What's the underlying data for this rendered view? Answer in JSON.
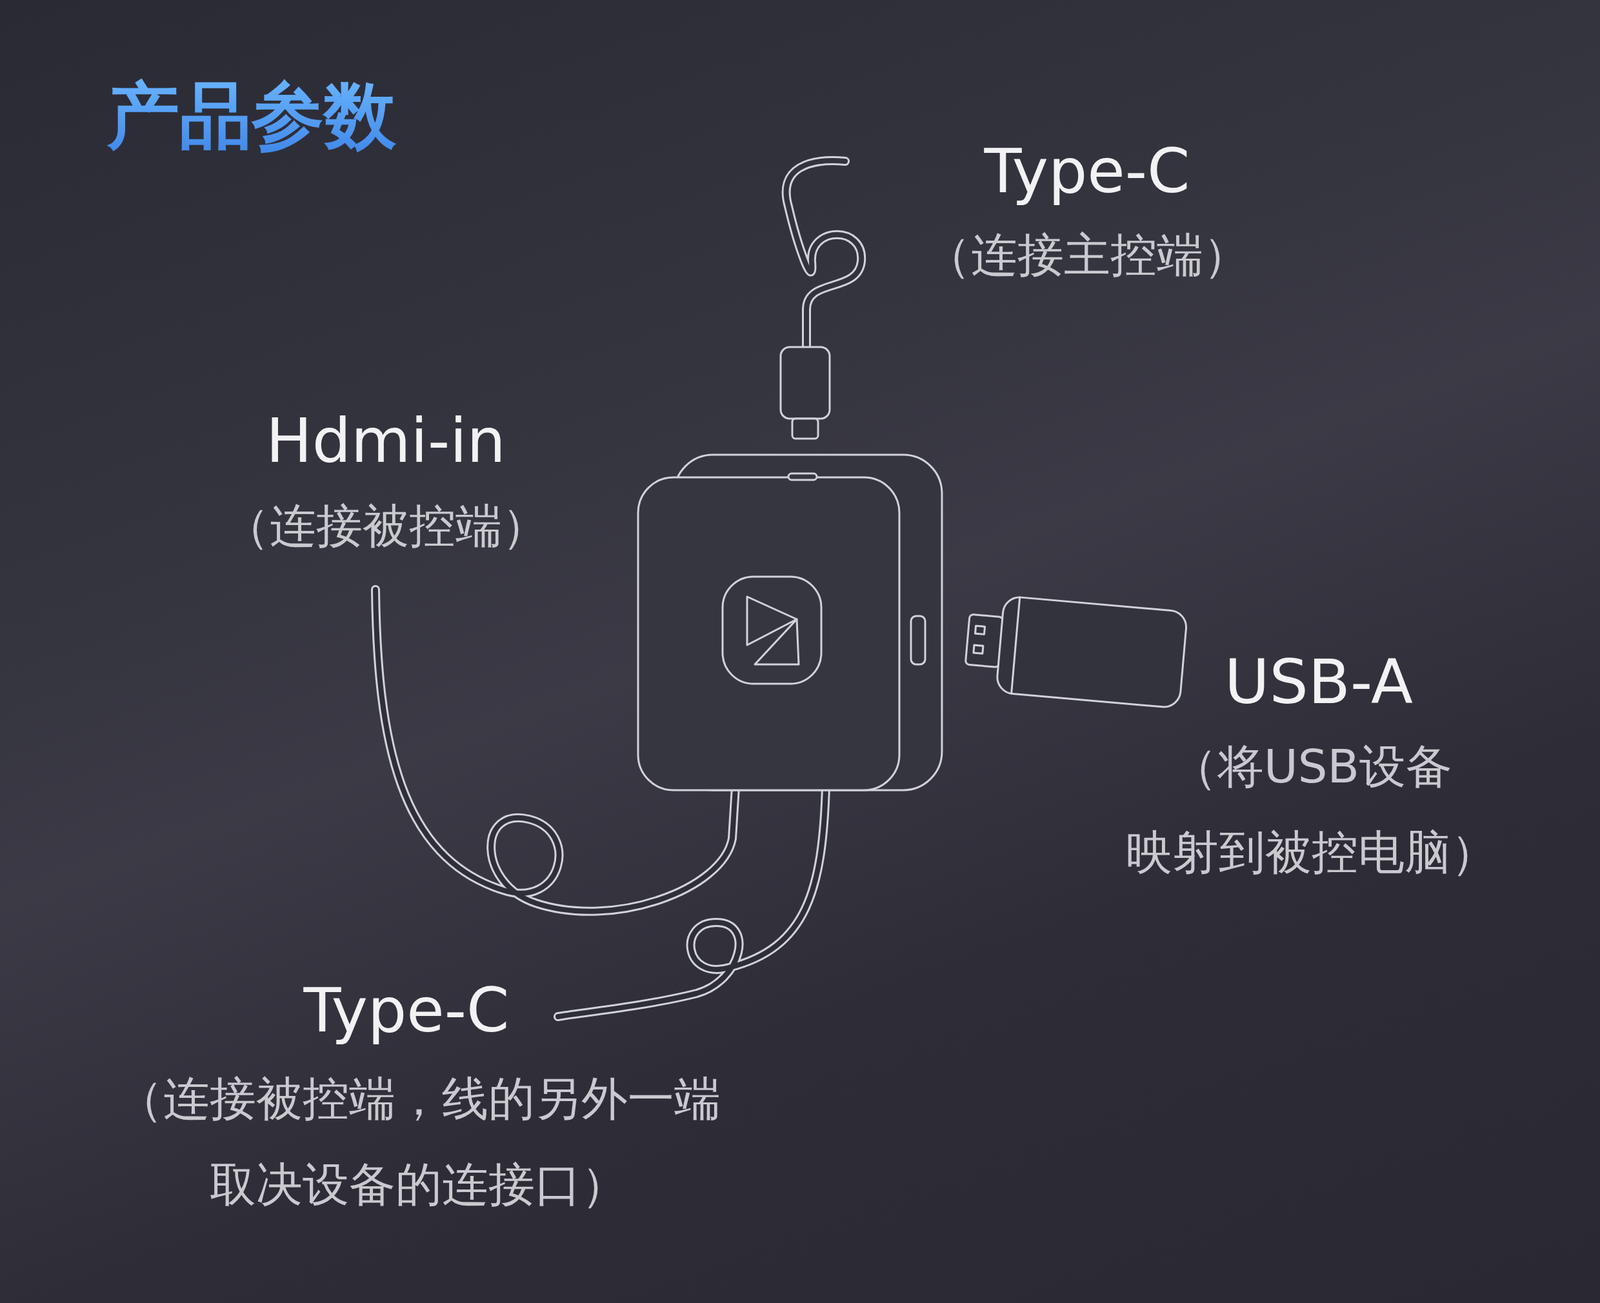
{
  "diagram": {
    "title": "产品参数",
    "labels": [
      "Type-C",
      "（连接主控端）",
      "Hdmi-in",
      "（连接被控端）",
      "USB-A",
      "（将USB设备 映射到被控电脑）",
      "Type-C",
      "（连接被控端，线的另外一端 取决设备的连接口）"
    ]
  }
}
